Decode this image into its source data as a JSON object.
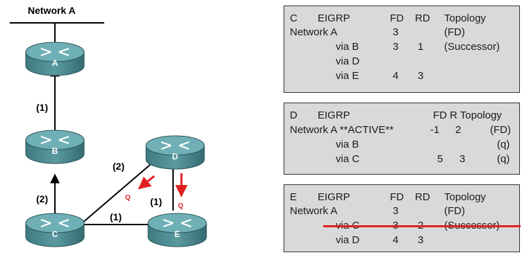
{
  "network_label": "Network A",
  "routers": [
    {
      "id": "A",
      "label": "A"
    },
    {
      "id": "B",
      "label": "B"
    },
    {
      "id": "C",
      "label": "C"
    },
    {
      "id": "D",
      "label": "D"
    },
    {
      "id": "E",
      "label": "E"
    }
  ],
  "links": {
    "a_b": "(1)",
    "b_c": "(2)",
    "c_d": "(2)",
    "c_e": "(1)",
    "d_e": "(1)"
  },
  "query_labels": {
    "d_to_c": "Q",
    "d_to_e": "Q"
  },
  "colors": {
    "query_arrow": "#e02020",
    "strike": "#e02020",
    "router_body": "#4f8f96",
    "table_bg": "#d9d9d9"
  },
  "tables": {
    "c": {
      "rows": [
        [
          "C",
          "EIGRP",
          "FD",
          "RD",
          "Topology"
        ],
        [
          "Network A",
          "3",
          "(FD)"
        ],
        [
          "via B",
          "3",
          "1",
          "(Successor)"
        ],
        [
          "via D"
        ],
        [
          "via E",
          "4",
          "3"
        ]
      ]
    },
    "d": {
      "rows": [
        [
          "D",
          "EIGRP",
          "FD R Topology"
        ],
        [
          "Network A **ACTIVE**",
          "-1",
          "2",
          "(FD)"
        ],
        [
          "via B",
          "(q)"
        ],
        [
          "via C",
          "5",
          "3",
          "(q)"
        ]
      ]
    },
    "e": {
      "rows": [
        [
          "E",
          "EIGRP",
          "FD",
          "RD",
          "Topology"
        ],
        [
          "Network A",
          "3",
          "(FD)"
        ],
        [
          "via C",
          "3",
          "2",
          "(Successor)"
        ],
        [
          "via D",
          "4",
          "3"
        ]
      ]
    }
  }
}
